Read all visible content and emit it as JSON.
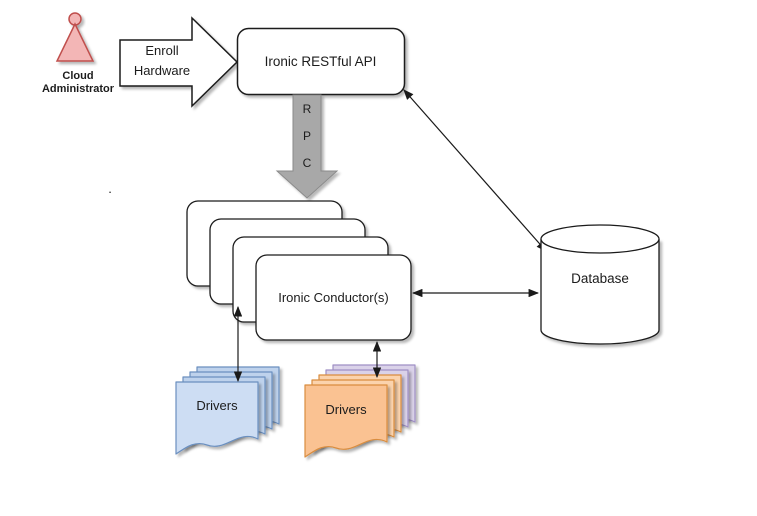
{
  "diagram": {
    "actor": {
      "label": "Cloud Administrator"
    },
    "enroll": {
      "line1": "Enroll",
      "line2": "Hardware"
    },
    "api": {
      "label": "Ironic RESTful API"
    },
    "rpc": {
      "letters": [
        "R",
        "P",
        "C"
      ]
    },
    "conductors": {
      "label": "Ironic Conductor(s)"
    },
    "database": {
      "label": "Database"
    },
    "drivers_left": {
      "label": "Drivers"
    },
    "drivers_right": {
      "label": "Drivers"
    },
    "stray_mark": ".",
    "colors": {
      "shape_fill": "#ffffff",
      "shape_stroke": "#1a1a1a",
      "actor_fill": "#f3b6b6",
      "actor_stroke": "#c0504d",
      "rpc_fill": "#a8a8a8",
      "rpc_stroke": "#8a8a8a",
      "blue_fill": "#cdddf3",
      "blue_fill_back": "#bed2ec",
      "blue_stroke": "#6b8fbf",
      "orange_fill": "#fac292",
      "orange_fill_back": "#fbd3ad",
      "orange_stroke": "#d98d3f",
      "purple_fill": "#dad2e9",
      "purple_stroke": "#9f8fc4"
    }
  }
}
